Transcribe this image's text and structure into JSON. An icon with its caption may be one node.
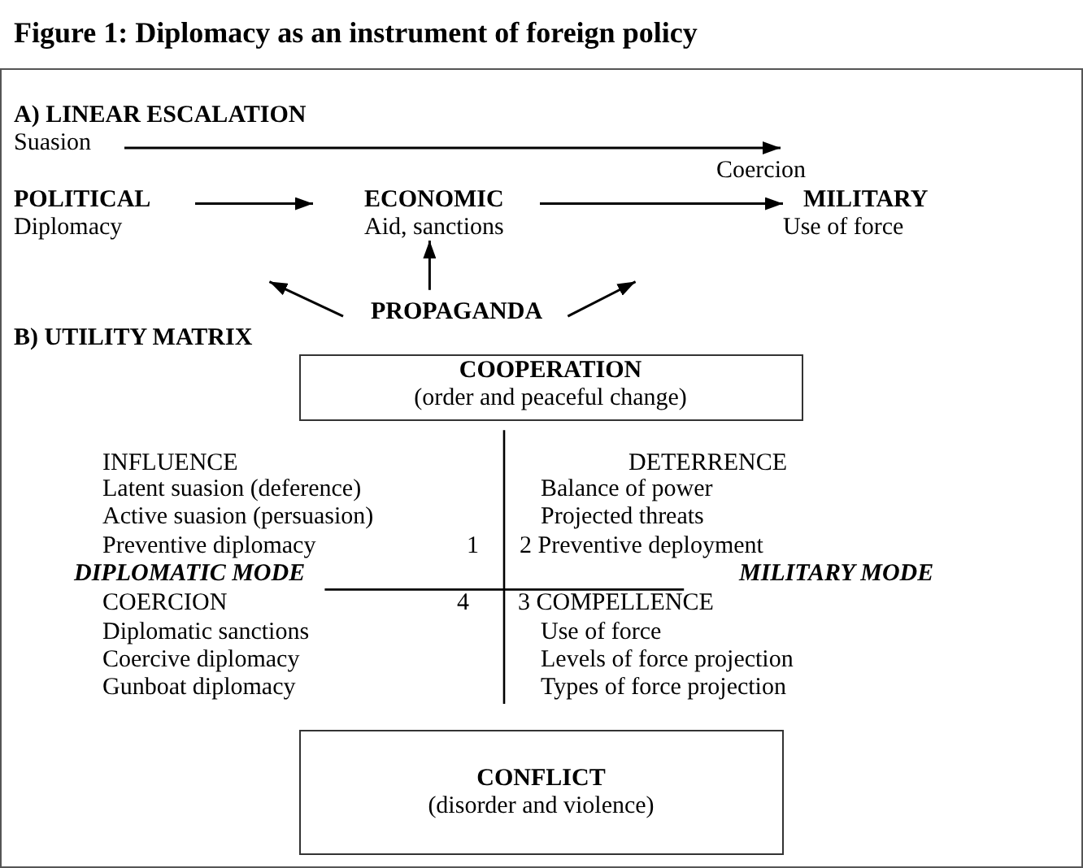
{
  "diagram": {
    "title": "Figure 1: Diplomacy as an instrument of foreign policy",
    "nodes": [
      {
        "text": [
          "Suasion"
        ]
      },
      {
        "text": [
          "Coercion"
        ]
      },
      {
        "text": [
          "POLITICAL",
          "Diplomacy"
        ]
      },
      {
        "text": [
          "ECONOMIC",
          "Aid, sanctions"
        ]
      },
      {
        "text": [
          "MILITARY",
          "Use of force"
        ]
      },
      {
        "text": [
          "PROPAGANDA"
        ]
      },
      {
        "text": [
          "COOPERATION",
          "(order and peaceful change)"
        ]
      },
      {
        "text": [
          "CONFLICT",
          "(disorder and violence)"
        ]
      }
    ],
    "edges": [
      {
        "from": 0,
        "to": 1,
        "arrow": "to"
      },
      {
        "from": 2,
        "to": 3,
        "arrow": "to"
      },
      {
        "from": 3,
        "to": 4,
        "arrow": "to"
      },
      {
        "from": 5,
        "to": null,
        "arrow": "to"
      },
      {
        "from": 5,
        "to": 3,
        "arrow": "to"
      },
      {
        "from": 5,
        "to": null,
        "arrow": "to"
      }
    ],
    "labels": [
      "A) LINEAR ESCALATION",
      "B) UTILITY MATRIX",
      "INFLUENCE",
      "DETERRENCE",
      "Latent suasion (deference)",
      "Balance of power",
      "Active suasion (persuasion)",
      "Projected threats",
      "Preventive diplomacy",
      "1",
      "2 Preventive deployment",
      "DIPLOMATIC MODE",
      "MILITARY MODE",
      "COERCION",
      "4",
      "3 COMPELLENCE",
      "Diplomatic sanctions",
      "Use of force",
      "Coercive diplomacy",
      "Levels of force projection",
      "Gunboat diplomacy",
      "Types of force projection"
    ]
  }
}
